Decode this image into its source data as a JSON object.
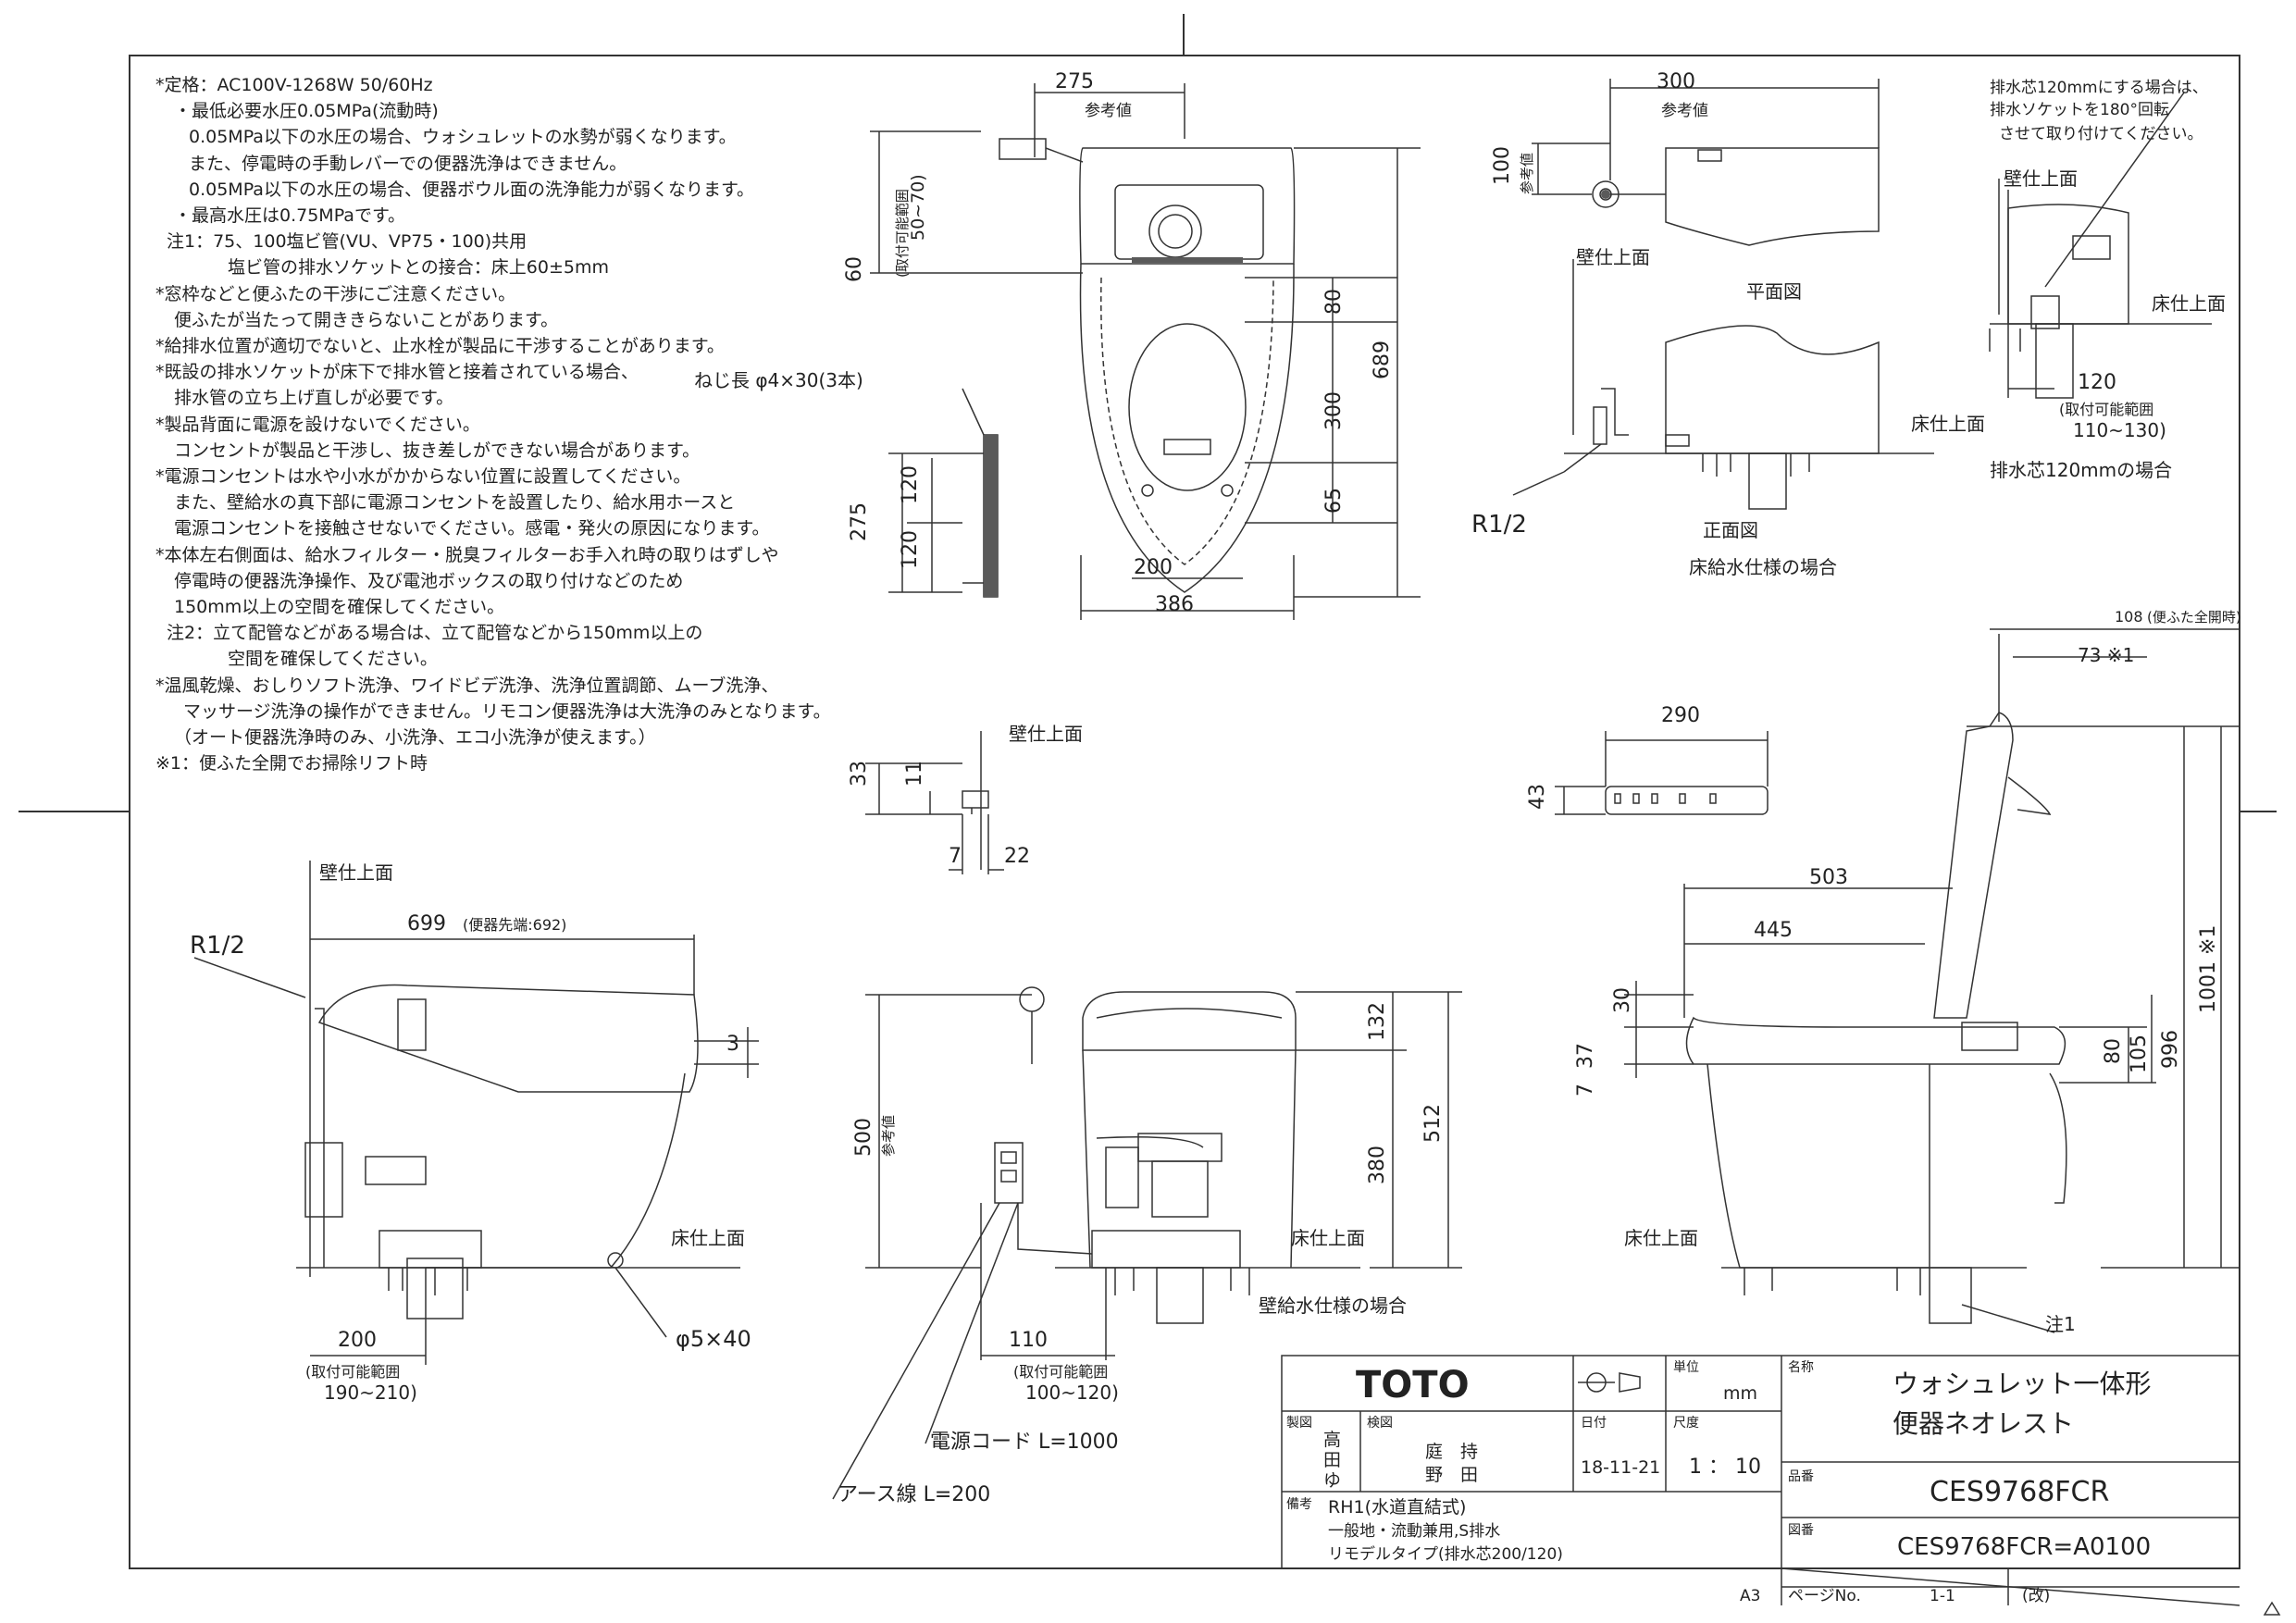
{
  "notes": [
    "*定格：AC100V-1268W 50/60Hz",
    "・最低必要水圧0.05MPa(流動時)",
    "0.05MPa以下の水圧の場合、ウォシュレットの水勢が弱くなります。",
    "また、停電時の手動レバーでの便器洗浄はできません。",
    "0.05MPa以下の水圧の場合、便器ボウル面の洗浄能力が弱くなります。",
    "・最高水圧は0.75MPaです。",
    "注1：75、100塩ビ管(VU、VP75・100)共用",
    "塩ビ管の排水ソケットとの接合：床上60±5mm",
    "*窓枠などと便ふたの干渉にご注意ください。",
    "便ふたが当たって開ききらないことがあります。",
    "*給排水位置が適切でないと、止水栓が製品に干渉することがあります。",
    "*既設の排水ソケットが床下で排水管と接着されている場合、",
    "排水管の立ち上げ直しが必要です。",
    "*製品背面に電源を設けないでください。",
    "コンセントが製品と干渉し、抜き差しができない場合があります。",
    "*電源コンセントは水や小水がかからない位置に設置してください。",
    "また、壁給水の真下部に電源コンセントを設置したり、給水用ホースと",
    "電源コンセントを接触させないでください。感電・発火の原因になります。",
    "*本体左右側面は、給水フィルター・脱臭フィルターお手入れ時の取りはずしや",
    "停電時の便器洗浄操作、及び電池ボックスの取り付けなどのため",
    "150mm以上の空間を確保してください。",
    "注2：立て配管などがある場合は、立て配管などから150mm以上の",
    "空間を確保してください。",
    "*温風乾燥、おしりソフト洗浄、ワイドビデ洗浄、洗浄位置調節、ムーブ洗浄、",
    "マッサージ洗浄の操作ができません。リモコン便器洗浄は大洗浄のみとなります。",
    "（オート便器洗浄時のみ、小洗浄、エコ小洗浄が使えます。）",
    "※1：便ふた全開でお掃除リフト時"
  ],
  "labels": {
    "kabe": "壁仕上面",
    "yuka": "床仕上面",
    "sanko": "参考値",
    "toritsuke": "(取付可能範囲",
    "r12": "R1/2",
    "neji": "ねじ長 φ4×30(3本)",
    "heimen": "平面図",
    "shomen": "正面図",
    "yuka_kyusui": "床給水仕様の場合",
    "kabe_kyusui": "壁給水仕様の場合",
    "haisui_note_1": "排水芯120mmにする場合は、",
    "haisui_note_2": "排水ソケットを180°回転",
    "haisui_note_3": "させて取り付けてください。",
    "haisui120": "排水芯120mmの場合",
    "dengen": "電源コード L=1000",
    "earth": "アース線 L=200",
    "phi540": "φ5×40",
    "chu1": "注1",
    "fullopen": "(便ふた全開時)",
    "a3": "A3"
  },
  "dims": {
    "d275": "275",
    "d300": "300",
    "d100": "100",
    "d60": "60",
    "d50_70": "50~70)",
    "d80": "80",
    "d689": "689",
    "d300b": "300",
    "d65": "65",
    "d275b": "275",
    "d120": "120",
    "d200": "200",
    "d386": "386",
    "d120b": "120",
    "d110_130": "110~130)",
    "d108": "108",
    "d73": "73 ※1",
    "d290": "290",
    "d43": "43",
    "d33": "33",
    "d11": "11",
    "d7": "7",
    "d22": "22",
    "d699": "699",
    "d699s": "(便器先端:692)",
    "d3": "3",
    "d200b": "200",
    "d190_210": "190~210)",
    "d132": "132",
    "d500": "500",
    "d512": "512",
    "d380": "380",
    "d110": "110",
    "d100_120": "100~120)",
    "d503": "503",
    "d445": "445",
    "d30": "30",
    "d37": "37",
    "d7b": "7",
    "d80b": "80",
    "d105": "105",
    "d996": "996",
    "d1001": "1001 ※1"
  },
  "titleblock": {
    "brand": "TOTO",
    "seizu_label": "製図",
    "seizu_names": "高\n田\nゆ",
    "kenzu_label": "検図",
    "kenzu_names": "庭 持\n野 田",
    "date_label": "日付",
    "date": "18-11-21",
    "tani_label": "単位",
    "tani": "mm",
    "shakudo_label": "尺度",
    "scale": "1 ： 10",
    "meisho_label": "名称",
    "name1": "ウォシュレット一体形",
    "name2": "便器ネオレスト",
    "hinban_label": "品番",
    "hinban": "CES9768FCR",
    "zuban_label": "図番",
    "zuban": "CES9768FCR=A0100",
    "biko_label": "備考",
    "biko1": "RH1(水道直結式)",
    "biko2": "一般地・流動兼用,S排水",
    "biko3": "リモデルタイプ(排水芯200/120)",
    "page_label": "ページNo.",
    "page": "1-1",
    "kai": "(改)"
  },
  "colors": {
    "line": "#333333",
    "body": "#5a5a5a",
    "paper": "#ffffff"
  }
}
